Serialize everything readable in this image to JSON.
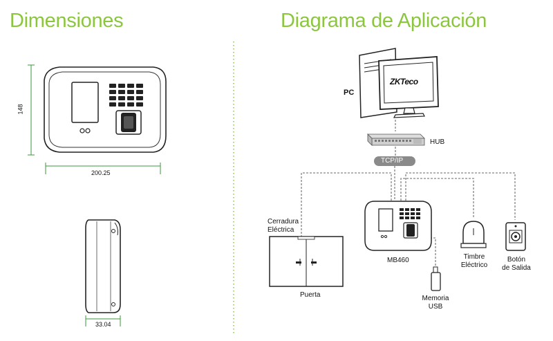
{
  "titles": {
    "left": "Dimensiones",
    "right": "Diagrama de Aplicación"
  },
  "dimensions": {
    "height": "148",
    "width": "200.25",
    "depth": "33.04"
  },
  "diagram": {
    "brand_logo": "ZKTeco",
    "pc": "PC",
    "hub": "HUB",
    "tcp_ip": "TCP/IP",
    "device": "MB460",
    "lock_line1": "Cerradura",
    "lock_line2": "Eléctrica",
    "door": "Puerta",
    "bell_line1": "Timbre",
    "bell_line2": "Eléctrico",
    "exit_line1": "Botón",
    "exit_line2": "de Salida",
    "usb_line1": "Memoria",
    "usb_line2": "USB"
  },
  "colors": {
    "accent_green": "#8cc63f",
    "divider_green": "#8cc63f",
    "line_gray": "#9a9a9a",
    "dim_green": "#3a9a3a"
  }
}
